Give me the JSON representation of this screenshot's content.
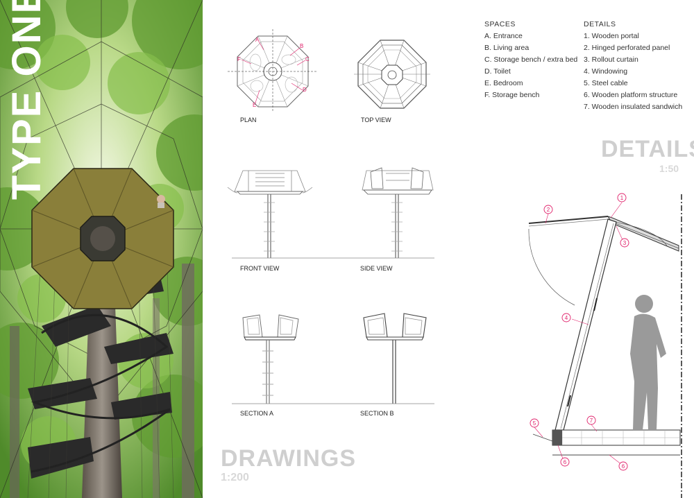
{
  "poster": {
    "title": "TYPE ONE",
    "drawings_title": "DRAWINGS",
    "drawings_scale": "1:200",
    "details_title": "DETAILS",
    "details_scale": "1:50"
  },
  "drawing_labels": {
    "plan": "PLAN",
    "top_view": "TOP VIEW",
    "front_view": "FRONT VIEW",
    "side_view": "SIDE VIEW",
    "section_a": "SECTION A",
    "section_b": "SECTION B"
  },
  "plan_letters": [
    "A",
    "B",
    "C",
    "D",
    "E",
    "F"
  ],
  "spaces": {
    "heading": "SPACES",
    "items": [
      "A. Entrance",
      "B. Living area",
      "C. Storage bench / extra bed",
      "D. Toilet",
      "E. Bedroom",
      "F. Storage bench"
    ]
  },
  "details": {
    "heading": "DETAILS",
    "items": [
      "1. Wooden portal",
      "2. Hinged perforated panel",
      "3. Rollout curtain",
      "4. Windowing",
      "5. Steel cable",
      "6. Wooden platform structure",
      "7. Wooden insulated sandwich"
    ]
  },
  "callouts": [
    "1",
    "2",
    "3",
    "4",
    "5",
    "6",
    "6",
    "7"
  ],
  "colors": {
    "accent": "#e0206a",
    "title_grey": "#cfcfcf",
    "foliage": "#6fa83a",
    "canopy": "#8a7f3a"
  }
}
